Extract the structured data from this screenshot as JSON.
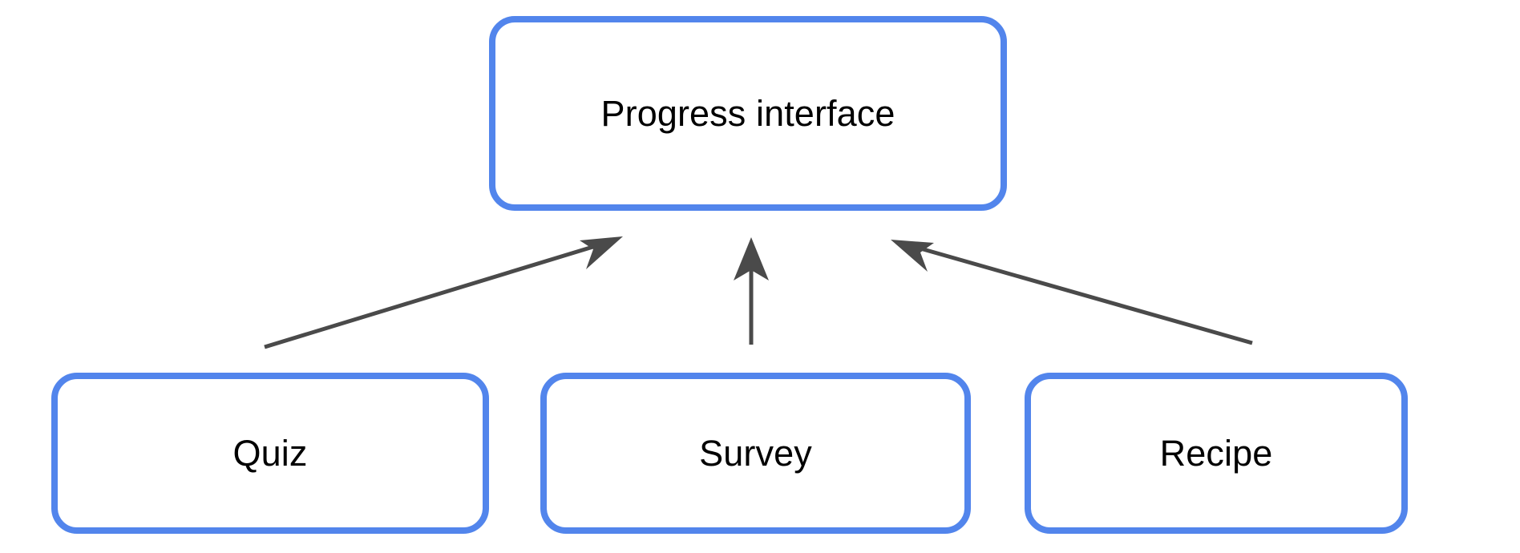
{
  "diagram": {
    "type": "flow-diagram",
    "direction": "bottom-to-top",
    "background_color": "#ffffff",
    "node_border_color": "#5285ec",
    "node_fill_color": "#ffffff",
    "node_text_color": "#000000",
    "edge_color": "#4a4a4a",
    "nodes": [
      {
        "id": "root",
        "label": "Progress interface",
        "role": "target",
        "font_size": 45
      },
      {
        "id": "quiz",
        "label": "Quiz",
        "role": "source",
        "font_size": 45
      },
      {
        "id": "survey",
        "label": "Survey",
        "role": "source",
        "font_size": 45
      },
      {
        "id": "recipe",
        "label": "Recipe",
        "role": "source",
        "font_size": 45
      }
    ],
    "edges": [
      {
        "id": "quiz-to-root",
        "from": "quiz",
        "to": "root",
        "arrowhead": "barbed",
        "direction": "up-right"
      },
      {
        "id": "survey-to-root",
        "from": "survey",
        "to": "root",
        "arrowhead": "barbed",
        "direction": "up"
      },
      {
        "id": "recipe-to-root",
        "from": "recipe",
        "to": "root",
        "arrowhead": "barbed",
        "direction": "up-left"
      }
    ]
  }
}
